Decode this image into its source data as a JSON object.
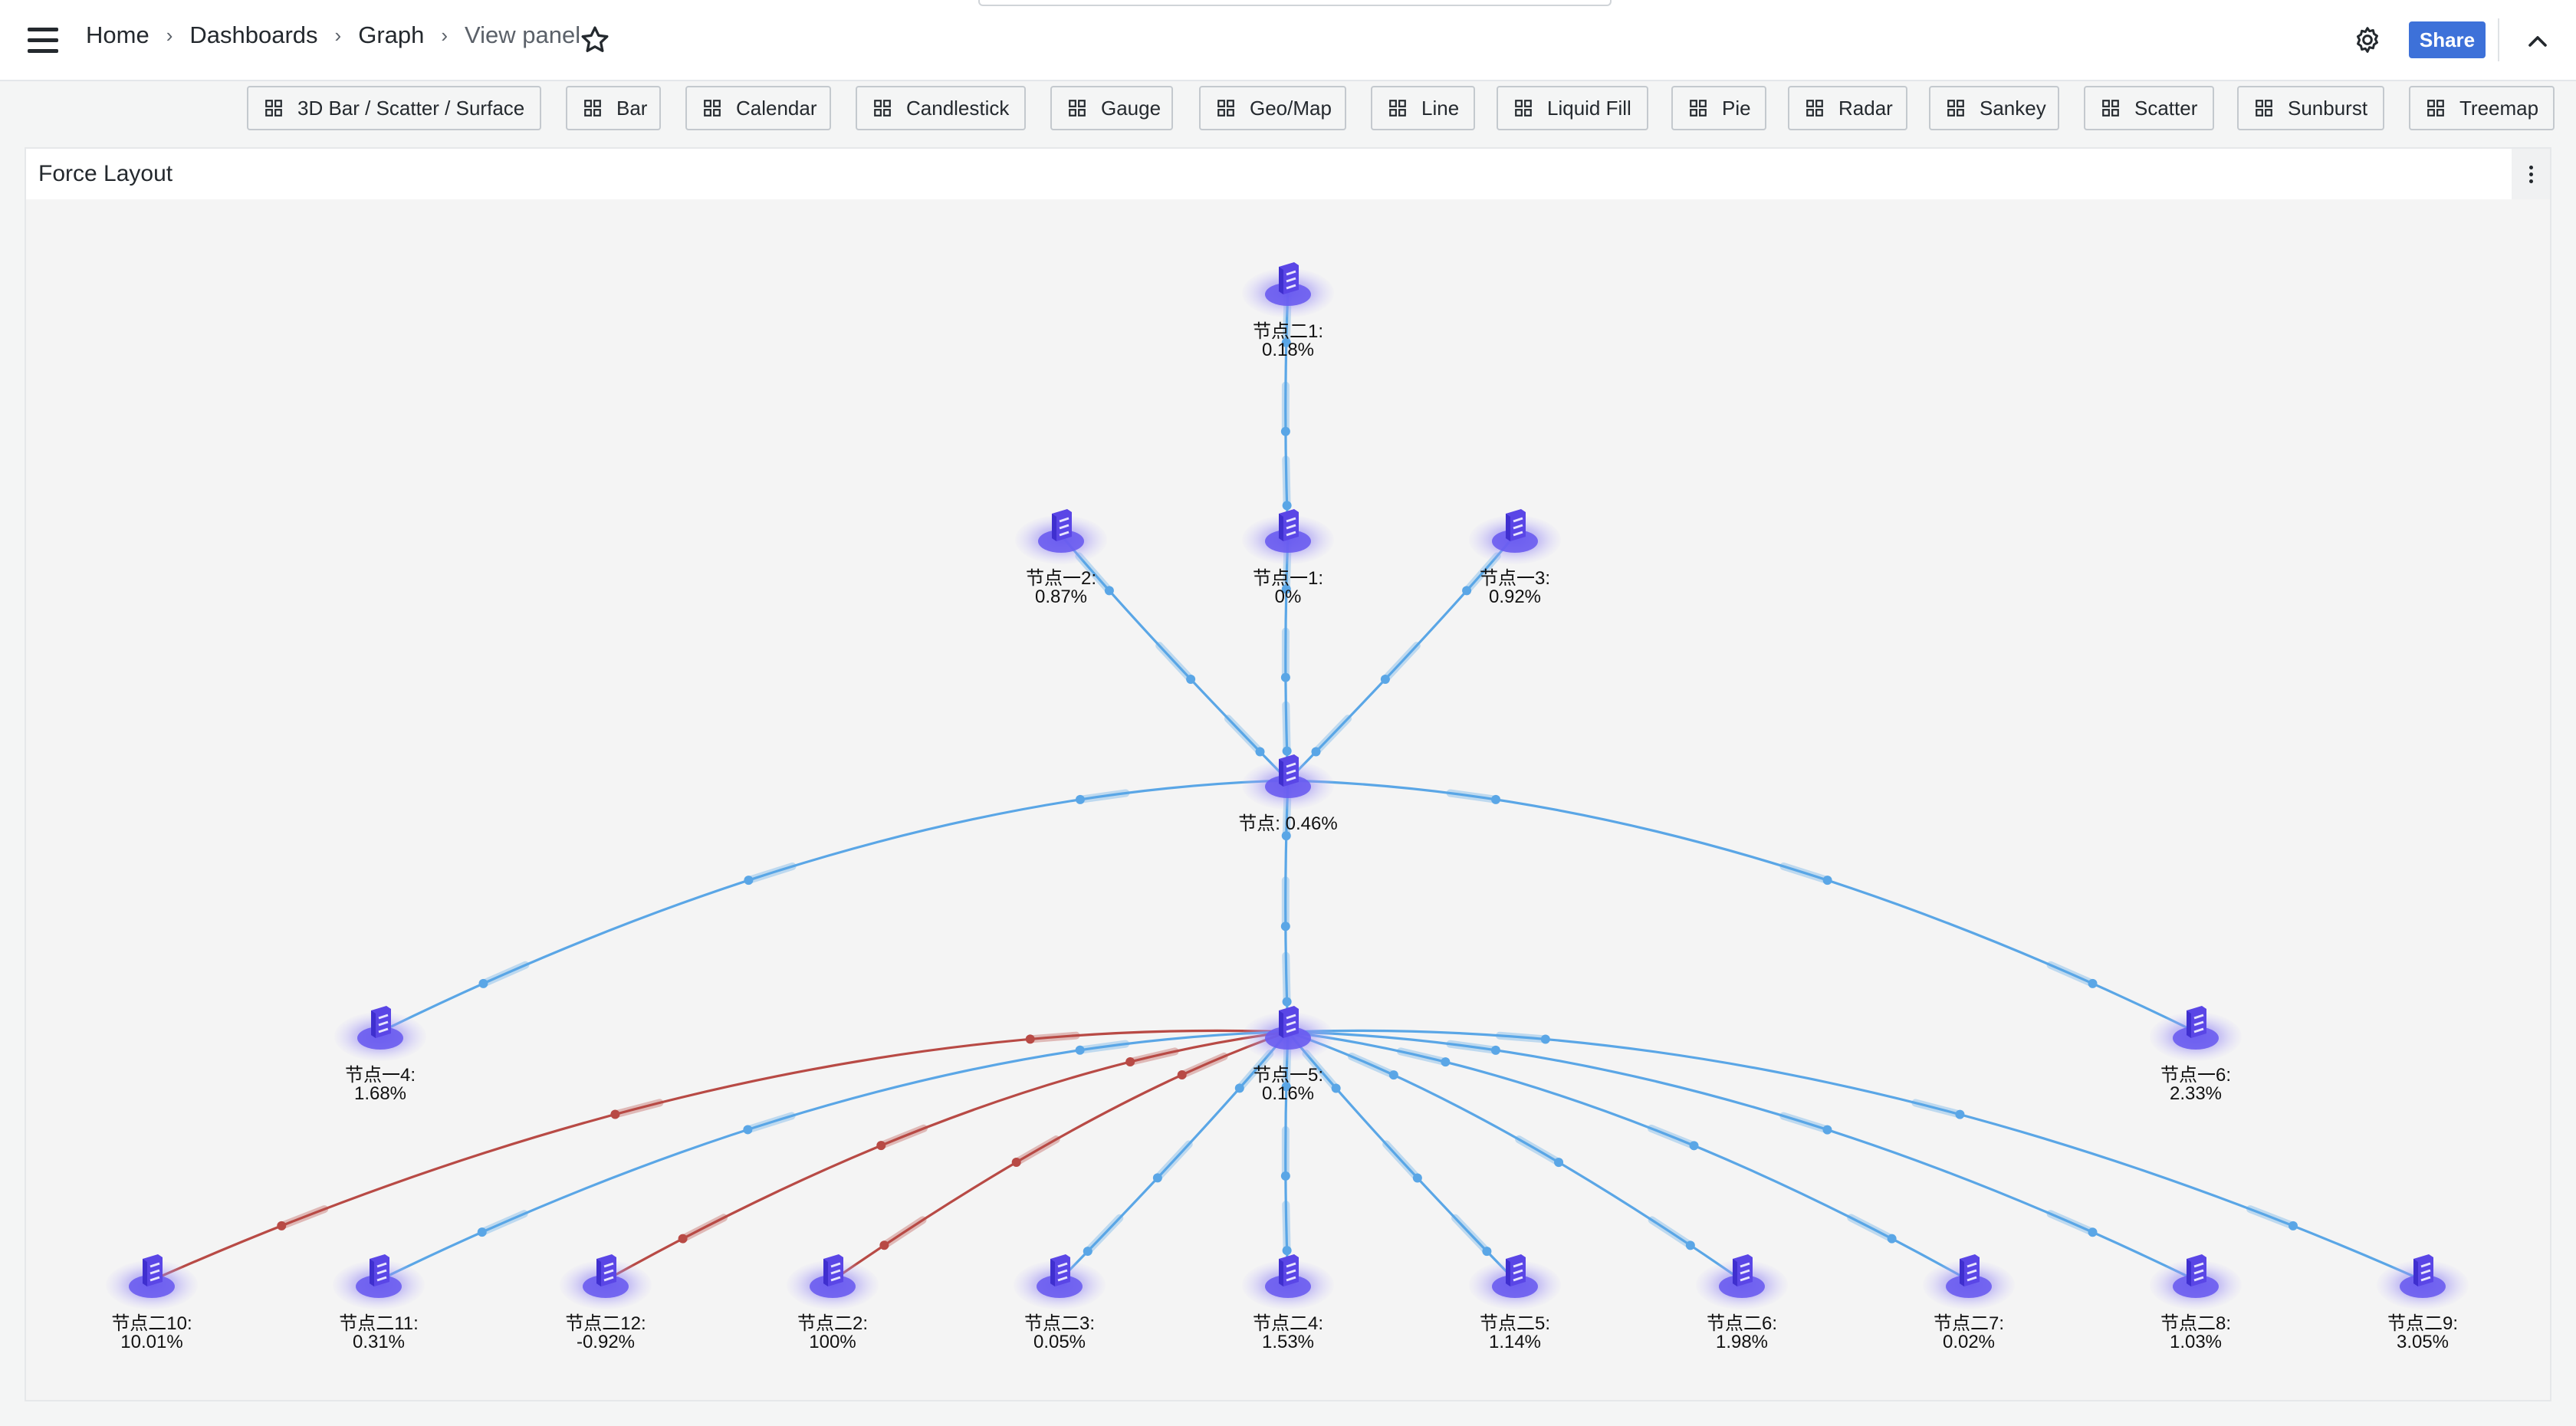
{
  "breadcrumb": {
    "home": "Home",
    "dashboards": "Dashboards",
    "graph": "Graph",
    "current": "View panel"
  },
  "header": {
    "share_label": "Share"
  },
  "links": [
    "3D Bar / Scatter / Surface",
    "Bar",
    "Calendar",
    "Candlestick",
    "Gauge",
    "Geo/Map",
    "Line",
    "Liquid Fill",
    "Pie",
    "Radar",
    "Sankey",
    "Scatter",
    "Sunburst",
    "Treemap"
  ],
  "panel": {
    "title": "Force Layout"
  },
  "colors": {
    "accent": "#3d71d9",
    "edge": "#5aa6e6",
    "edge_alert": "#b84a45",
    "node": "#6a5cf0",
    "node_halo": "#b8aef7"
  },
  "chart_data": {
    "type": "network",
    "nodes": [
      {
        "id": "n21",
        "label": "节点二1:",
        "value": "0.18%"
      },
      {
        "id": "n12",
        "label": "节点一2:",
        "value": "0.87%"
      },
      {
        "id": "n11",
        "label": "节点一1:",
        "value": "0%"
      },
      {
        "id": "n13",
        "label": "节点一3:",
        "value": "0.92%"
      },
      {
        "id": "root",
        "label": "节点:",
        "value": "0.46%"
      },
      {
        "id": "n14",
        "label": "节点一4:",
        "value": "1.68%"
      },
      {
        "id": "n15",
        "label": "节点一5:",
        "value": "0.16%"
      },
      {
        "id": "n16",
        "label": "节点一6:",
        "value": "2.33%"
      },
      {
        "id": "n210",
        "label": "节点二10:",
        "value": "10.01%"
      },
      {
        "id": "n211",
        "label": "节点二11:",
        "value": "0.31%"
      },
      {
        "id": "n212",
        "label": "节点二12:",
        "value": "-0.92%"
      },
      {
        "id": "n22",
        "label": "节点二2:",
        "value": "100%"
      },
      {
        "id": "n23",
        "label": "节点二3:",
        "value": "0.05%"
      },
      {
        "id": "n24",
        "label": "节点二4:",
        "value": "1.53%"
      },
      {
        "id": "n25",
        "label": "节点二5:",
        "value": "1.14%"
      },
      {
        "id": "n26",
        "label": "节点二6:",
        "value": "1.98%"
      },
      {
        "id": "n27",
        "label": "节点二7:",
        "value": "0.02%"
      },
      {
        "id": "n28",
        "label": "节点二8:",
        "value": "1.03%"
      },
      {
        "id": "n29",
        "label": "节点二9:",
        "value": "3.05%"
      }
    ],
    "edges": [
      {
        "source": "n21",
        "target": "n11",
        "status": "normal"
      },
      {
        "source": "n12",
        "target": "root",
        "status": "normal"
      },
      {
        "source": "n11",
        "target": "root",
        "status": "normal"
      },
      {
        "source": "n13",
        "target": "root",
        "status": "normal"
      },
      {
        "source": "root",
        "target": "n14",
        "status": "normal"
      },
      {
        "source": "root",
        "target": "n15",
        "status": "normal"
      },
      {
        "source": "root",
        "target": "n16",
        "status": "normal"
      },
      {
        "source": "n15",
        "target": "n210",
        "status": "alert"
      },
      {
        "source": "n15",
        "target": "n211",
        "status": "normal"
      },
      {
        "source": "n15",
        "target": "n212",
        "status": "alert"
      },
      {
        "source": "n15",
        "target": "n22",
        "status": "alert"
      },
      {
        "source": "n15",
        "target": "n23",
        "status": "normal"
      },
      {
        "source": "n15",
        "target": "n24",
        "status": "normal"
      },
      {
        "source": "n15",
        "target": "n25",
        "status": "normal"
      },
      {
        "source": "n15",
        "target": "n26",
        "status": "normal"
      },
      {
        "source": "n15",
        "target": "n27",
        "status": "normal"
      },
      {
        "source": "n15",
        "target": "n28",
        "status": "normal"
      },
      {
        "source": "n15",
        "target": "n29",
        "status": "normal"
      }
    ]
  }
}
